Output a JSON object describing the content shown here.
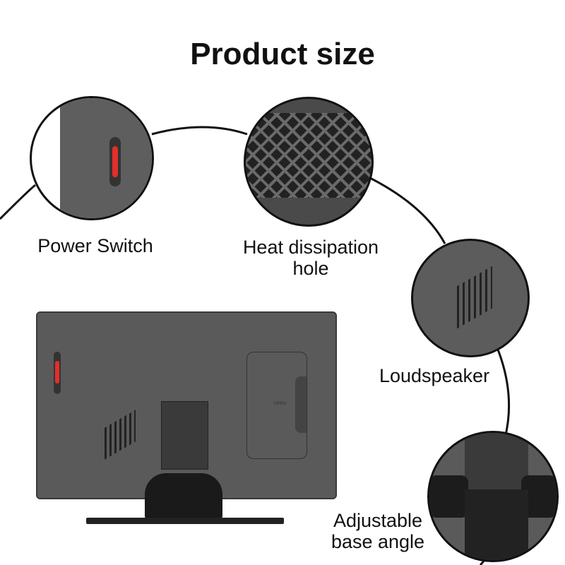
{
  "title": "Product size",
  "callouts": {
    "power_switch": "Power Switch",
    "heat_line1": "Heat dissipation",
    "heat_line2": "hole",
    "loudspeaker": "Loudspeaker",
    "adjust_line1": "Adjustable",
    "adjust_line2": "base angle"
  },
  "device": {
    "cover_label": "OPEN"
  },
  "colors": {
    "body": "#5a5a5a",
    "switch": "#e0302a",
    "text": "#111111"
  }
}
